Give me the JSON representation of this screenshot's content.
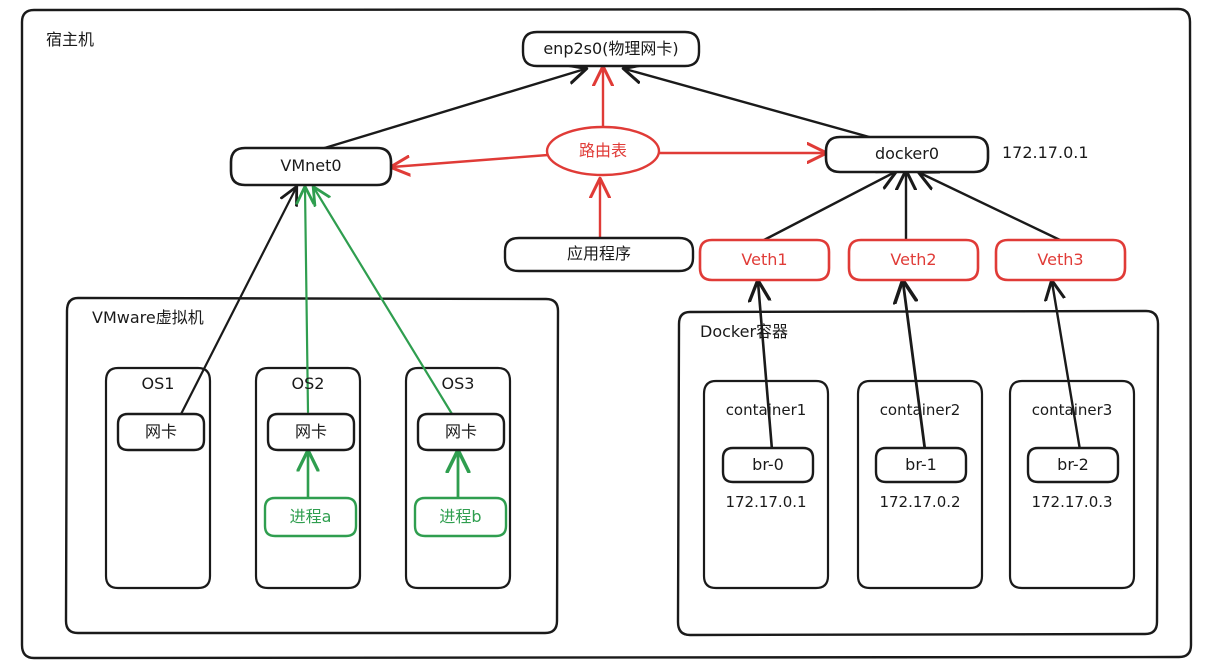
{
  "diagram": {
    "title": "宿主机",
    "host_container_label": "宿主机",
    "colors": {
      "stroke_black": "#1a1a1a",
      "stroke_red": "#e03b37",
      "stroke_green": "#2f9e4f",
      "background": "#ffffff"
    },
    "nodes": {
      "physical_nic": {
        "label": "enp2s0(物理网卡)"
      },
      "vmnet0": {
        "label": "VMnet0"
      },
      "routing_table": {
        "label": "路由表"
      },
      "docker0": {
        "label": "docker0",
        "ip": "172.17.0.1"
      },
      "application": {
        "label": "应用程序"
      },
      "veths": [
        {
          "label": "Veth1"
        },
        {
          "label": "Veth2"
        },
        {
          "label": "Veth3"
        }
      ]
    },
    "vmware": {
      "label": "VMware虚拟机",
      "guests": [
        {
          "name": "OS1",
          "nic": "网卡",
          "process": null
        },
        {
          "name": "OS2",
          "nic": "网卡",
          "process": "进程a"
        },
        {
          "name": "OS3",
          "nic": "网卡",
          "process": "进程b"
        }
      ]
    },
    "docker": {
      "label": "Docker容器",
      "containers": [
        {
          "name": "container1",
          "bridge": "br-0",
          "ip": "172.17.0.1"
        },
        {
          "name": "container2",
          "bridge": "br-1",
          "ip": "172.17.0.2"
        },
        {
          "name": "container3",
          "bridge": "br-2",
          "ip": "172.17.0.3"
        }
      ]
    }
  }
}
